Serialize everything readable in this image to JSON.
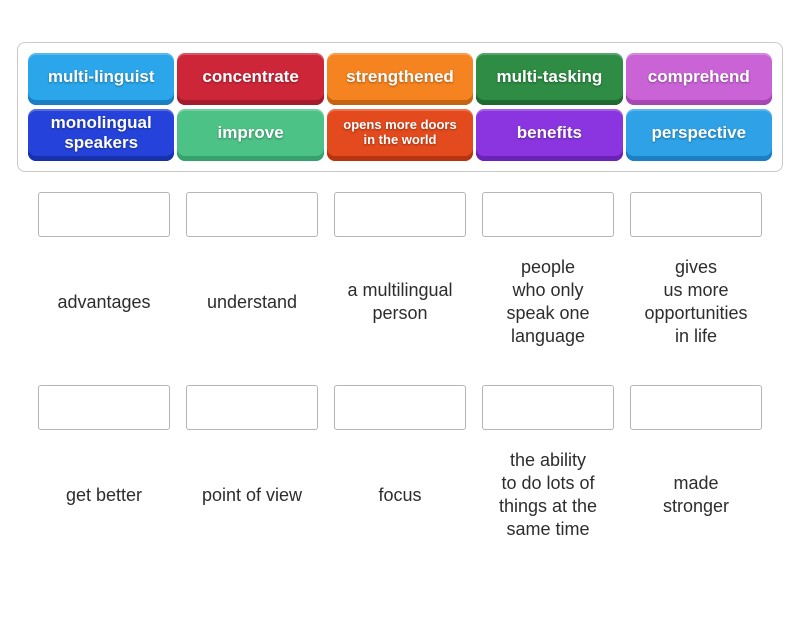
{
  "word_bank": {
    "tiles": [
      {
        "label": "multi-linguist",
        "color": "#2ba6ea",
        "edge_color": "#1b7fc4",
        "small": false
      },
      {
        "label": "concentrate",
        "color": "#ce2639",
        "edge_color": "#a51b2b",
        "small": false
      },
      {
        "label": "strengthened",
        "color": "#f5831f",
        "edge_color": "#c56511",
        "small": false
      },
      {
        "label": "multi-tasking",
        "color": "#2e8c44",
        "edge_color": "#1f6a31",
        "small": false
      },
      {
        "label": "comprehend",
        "color": "#ca64d6",
        "edge_color": "#a747b4",
        "small": false
      },
      {
        "label": "monolingual\nspeakers",
        "color": "#2543da",
        "edge_color": "#1730ab",
        "small": false
      },
      {
        "label": "improve",
        "color": "#4dc287",
        "edge_color": "#36a16b",
        "small": false
      },
      {
        "label": "opens more doors\nin the world",
        "color": "#e34a1d",
        "edge_color": "#b83411",
        "small": true
      },
      {
        "label": "benefits",
        "color": "#8a35e0",
        "edge_color": "#6b22b6",
        "small": false
      },
      {
        "label": "perspective",
        "color": "#2fa2e7",
        "edge_color": "#1b7fc4",
        "small": false
      }
    ]
  },
  "match_rows": [
    {
      "items": [
        {
          "label": "advantages"
        },
        {
          "label": "understand"
        },
        {
          "label": "a multilingual\nperson"
        },
        {
          "label": "people\nwho only\nspeak one\nlanguage"
        },
        {
          "label": "gives\nus more\nopportunities\nin life"
        }
      ]
    },
    {
      "items": [
        {
          "label": "get better"
        },
        {
          "label": "point of view"
        },
        {
          "label": "focus"
        },
        {
          "label": "the ability\nto do lots of\nthings at the\nsame time"
        },
        {
          "label": "made\nstronger"
        }
      ]
    }
  ]
}
